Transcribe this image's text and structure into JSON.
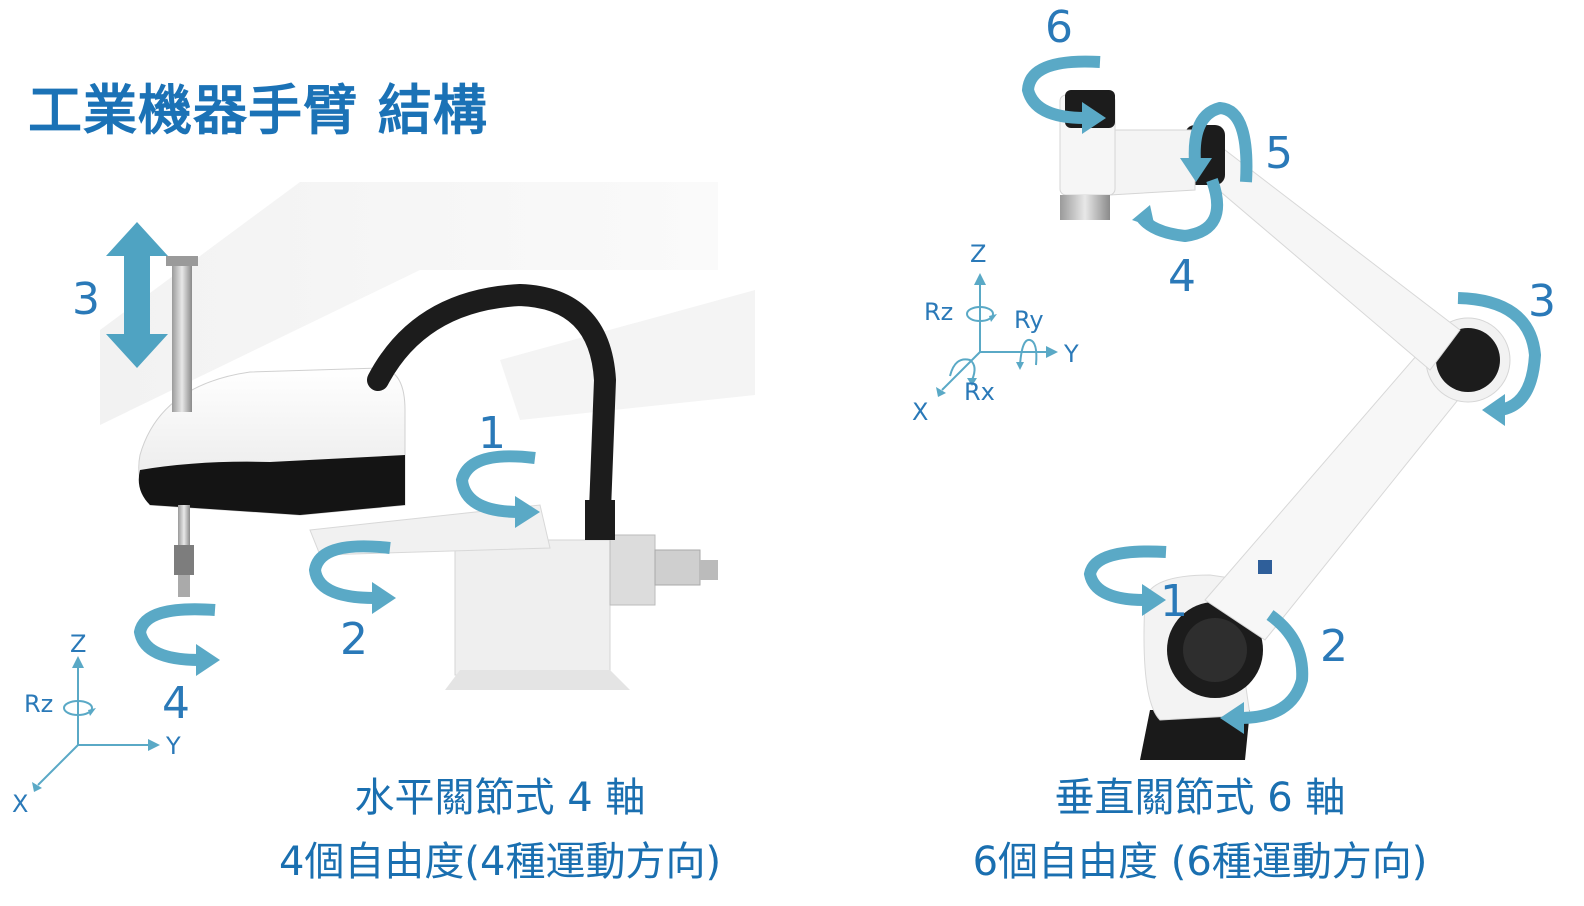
{
  "title": "工業機器手臂 結構",
  "scara": {
    "caption_line1": "水平關節式 4 軸",
    "caption_line2": "4個自由度(4種運動方向)",
    "axis_numbers": [
      "1",
      "2",
      "3",
      "4"
    ],
    "coord": {
      "z": "Z",
      "y": "Y",
      "x": "X",
      "rz": "Rz"
    }
  },
  "six_axis": {
    "caption_line1": "垂直關節式 6 軸",
    "caption_line2": "6個自由度 (6種運動方向)",
    "axis_numbers": [
      "1",
      "2",
      "3",
      "4",
      "5",
      "6"
    ],
    "coord": {
      "z": "Z",
      "y": "Y",
      "x": "X",
      "rz": "Rz",
      "ry": "Ry",
      "rx": "Rx"
    }
  },
  "colors": {
    "title": "#1b72b6",
    "arrow": "#4fa7c4",
    "text": "#1a6fb0"
  }
}
